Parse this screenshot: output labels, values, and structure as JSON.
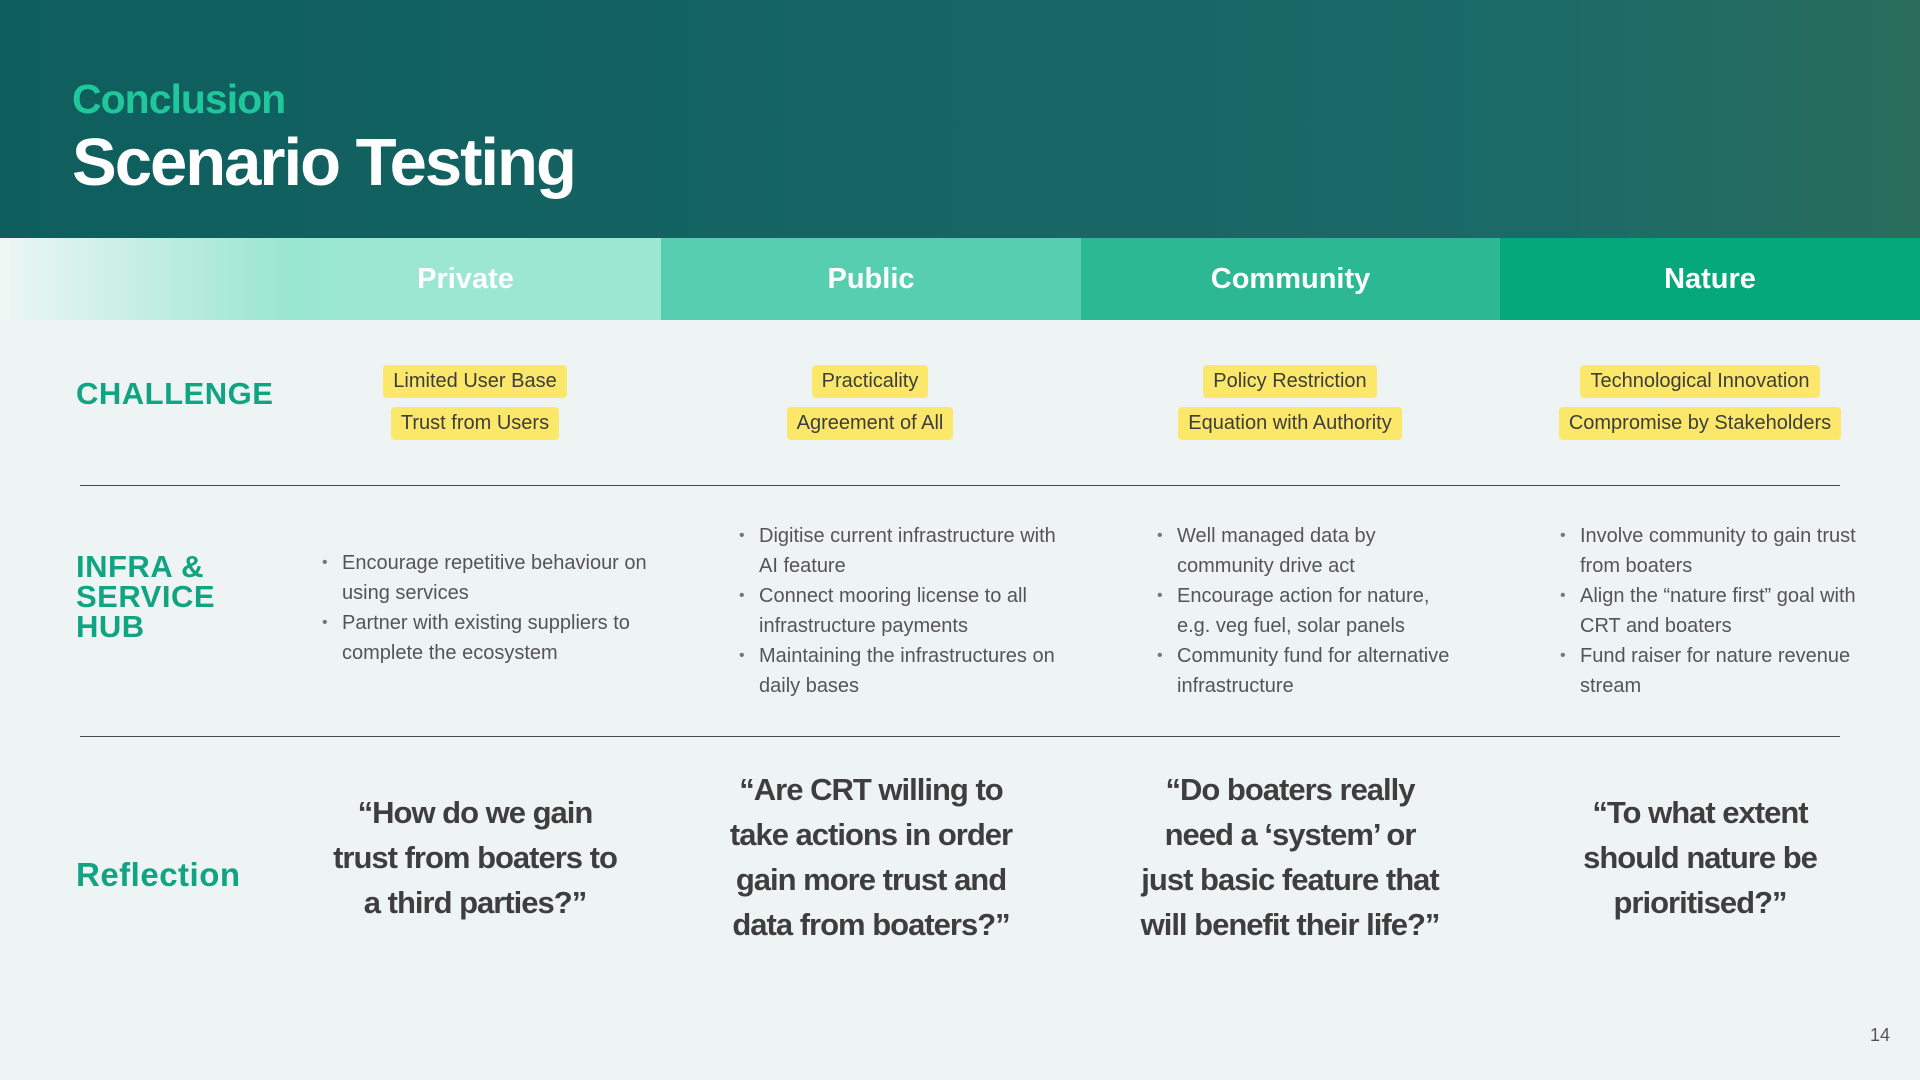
{
  "header": {
    "kicker": "Conclusion",
    "title": "Scenario Testing"
  },
  "columns": [
    "Private",
    "Public",
    "Community",
    "Nature"
  ],
  "rows": {
    "challenge_label": "CHALLENGE",
    "infra_label_line1": "INFRA &",
    "infra_label_line2": "SERVICE",
    "infra_label_line3": "HUB",
    "reflection_label": "Reflection"
  },
  "challenges": [
    [
      "Limited User Base",
      "Trust from Users"
    ],
    [
      "Practicality",
      "Agreement of All"
    ],
    [
      "Policy Restriction",
      "Equation with Authority"
    ],
    [
      "Technological Innovation",
      "Compromise by Stakeholders"
    ]
  ],
  "infra": [
    [
      "Encourage repetitive behaviour on using services",
      "Partner with existing suppliers to complete the ecosystem"
    ],
    [
      "Digitise current infrastructure with AI feature",
      "Connect mooring license to all  infrastructure payments",
      "Maintaining the infrastructures on daily bases"
    ],
    [
      "Well managed data by community drive act",
      "Encourage action for nature, e.g. veg fuel, solar panels",
      "Community fund for alternative infrastructure"
    ],
    [
      "Involve community to gain trust from boaters",
      "Align the “nature first” goal with CRT and boaters",
      "Fund raiser for nature revenue stream"
    ]
  ],
  "reflections": [
    "“How do we gain trust from boaters to a third parties?”",
    "“Are CRT willing to take actions in order gain more trust and data from boaters?”",
    "“Do boaters really need a ‘system’ or just basic feature that will benefit their life?”",
    "“To what extent should nature be prioritised?”"
  ],
  "page_number": "14",
  "colors": {
    "header_bg": "#166464",
    "accent_green": "#1fc79a",
    "tag_yellow": "#fbe86a",
    "col_private": "#9be7d2",
    "col_public": "#57ceb0",
    "col_community": "#2db894",
    "col_nature": "#04a87b"
  }
}
